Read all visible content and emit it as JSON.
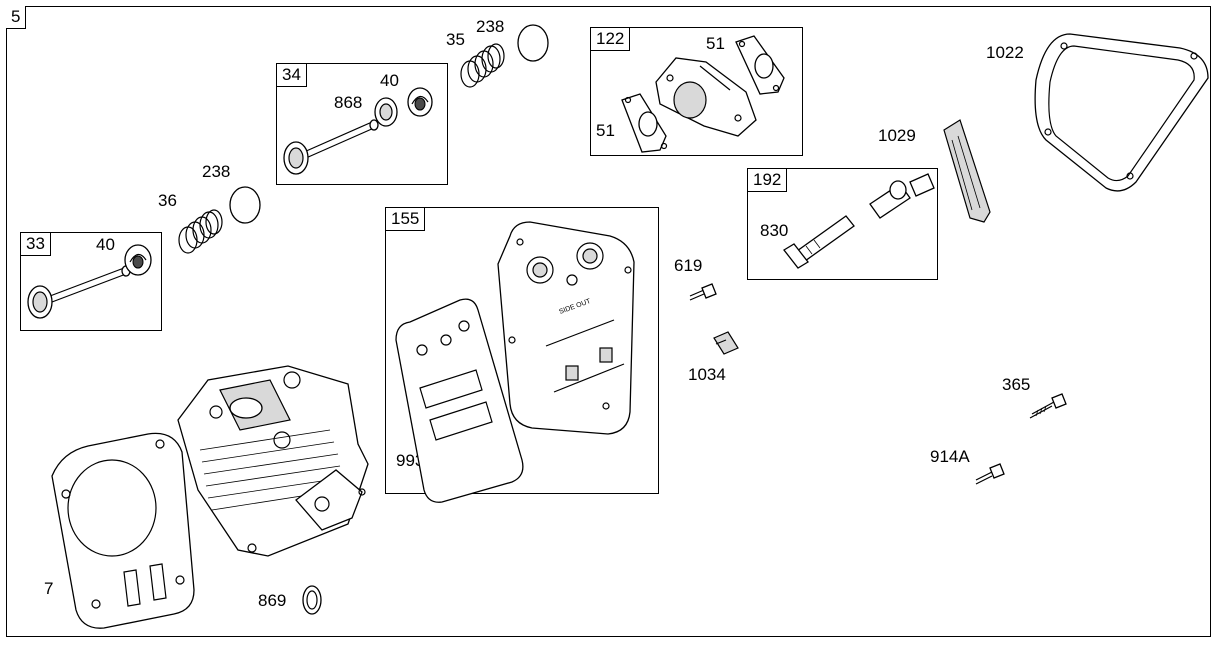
{
  "diagram": {
    "page_number": "5",
    "kit_boxes": [
      {
        "id": "33"
      },
      {
        "id": "34"
      },
      {
        "id": "122"
      },
      {
        "id": "155"
      },
      {
        "id": "192"
      }
    ],
    "callouts": {
      "k33_40": "40",
      "k34_40": "40",
      "k34_868": "868",
      "p36": "36",
      "p238a": "238",
      "p35": "35",
      "p238b": "238",
      "k122_51a": "51",
      "k122_51b": "51",
      "p1022": "1022",
      "p1029": "1029",
      "k192_830": "830",
      "p619": "619",
      "p1034": "1034",
      "k155_993": "993",
      "p365": "365",
      "p914A": "914A",
      "p7": "7",
      "p869": "869"
    },
    "stamped_text": "SIDE OUT"
  }
}
